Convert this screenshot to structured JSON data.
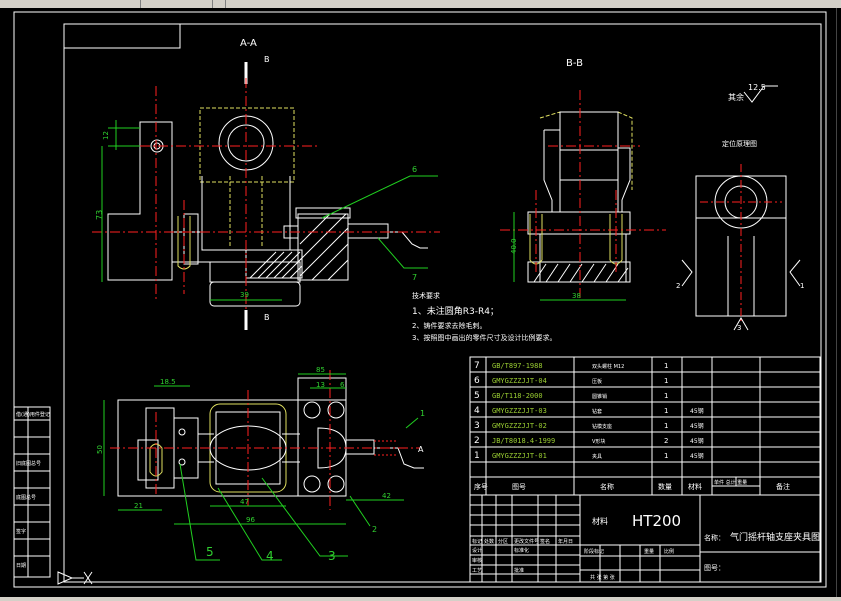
{
  "views": {
    "section_aa": "A-A",
    "section_bb": "B-B",
    "marker_b_top": "B",
    "marker_b_bottom": "B",
    "marker_a": "A",
    "locating_label": "定位原理图",
    "locating_marks": [
      "1",
      "2",
      "3"
    ]
  },
  "roughness": {
    "label": "其余",
    "value": "12.5"
  },
  "dimensions": {
    "aa_left_top": "12",
    "aa_height": "73",
    "aa_width": "39",
    "bb_height": "40.0",
    "bb_width": "38",
    "top_85": "85",
    "top_13": "13",
    "top_6": "6",
    "left_18": "18.5",
    "height_50": "50",
    "width_21": "21",
    "width_47": "47",
    "width_96": "96",
    "width_42": "42"
  },
  "balloons": {
    "b6": "6",
    "b7": "7",
    "b1": "1",
    "b2": "2",
    "b3": "3",
    "b4": "4",
    "b5": "5"
  },
  "tech_requirements": {
    "title": "技术要求",
    "items": [
      "1、未注圆角R3-R4；",
      "2、铸件要求去除毛刺。",
      "3、按照图中画出的零件尺寸及设计比例要求。"
    ]
  },
  "parts_table": {
    "rows": [
      {
        "no": "7",
        "code": "GB/T897-1988",
        "name": "双头螺柱 M12",
        "qty": "1",
        "mat": ""
      },
      {
        "no": "6",
        "code": "GMYGZZZJJT-04",
        "name": "压板",
        "qty": "1",
        "mat": ""
      },
      {
        "no": "5",
        "code": "GB/T118-2000",
        "name": "圆锥销",
        "qty": "1",
        "mat": ""
      },
      {
        "no": "4",
        "code": "GMYGZZZJJT-03",
        "name": "钻套",
        "qty": "1",
        "mat": "45钢"
      },
      {
        "no": "3",
        "code": "GMYGZZZJJT-02",
        "name": "钻模支座",
        "qty": "1",
        "mat": "45钢"
      },
      {
        "no": "2",
        "code": "JB/T8018.4-1999",
        "name": "V形块",
        "qty": "2",
        "mat": "45钢"
      },
      {
        "no": "1",
        "code": "GMYGZZZJJT-01",
        "name": "夹具",
        "qty": "1",
        "mat": "45钢"
      }
    ],
    "header": {
      "no": "序号",
      "code": "图号",
      "name": "名称",
      "qty": "数量",
      "mat": "材料",
      "weight": "单件 总计 重量",
      "remark": "备注"
    }
  },
  "title_block": {
    "material_label": "材料",
    "material_value": "HT200",
    "drawing_title_label": "名称：",
    "drawing_title": "气门摇杆轴支座夹具图",
    "drawing_no_label": "图号：",
    "designer": "设计",
    "standard": "标准化",
    "stage": "阶段标记",
    "weight": "重量",
    "scale": "比例",
    "approve": "批准",
    "process": "工艺",
    "check": "审核",
    "marks": "标记",
    "count": "处数",
    "zone": "分区",
    "change": "更改文件号",
    "sign": "签名",
    "date": "年月日",
    "sheet": "共 张 第 张"
  },
  "side_block": [
    "借(通)用件登记",
    "",
    "",
    "旧底图总号",
    "",
    "底图总号",
    "",
    "签字",
    "",
    "日期"
  ]
}
